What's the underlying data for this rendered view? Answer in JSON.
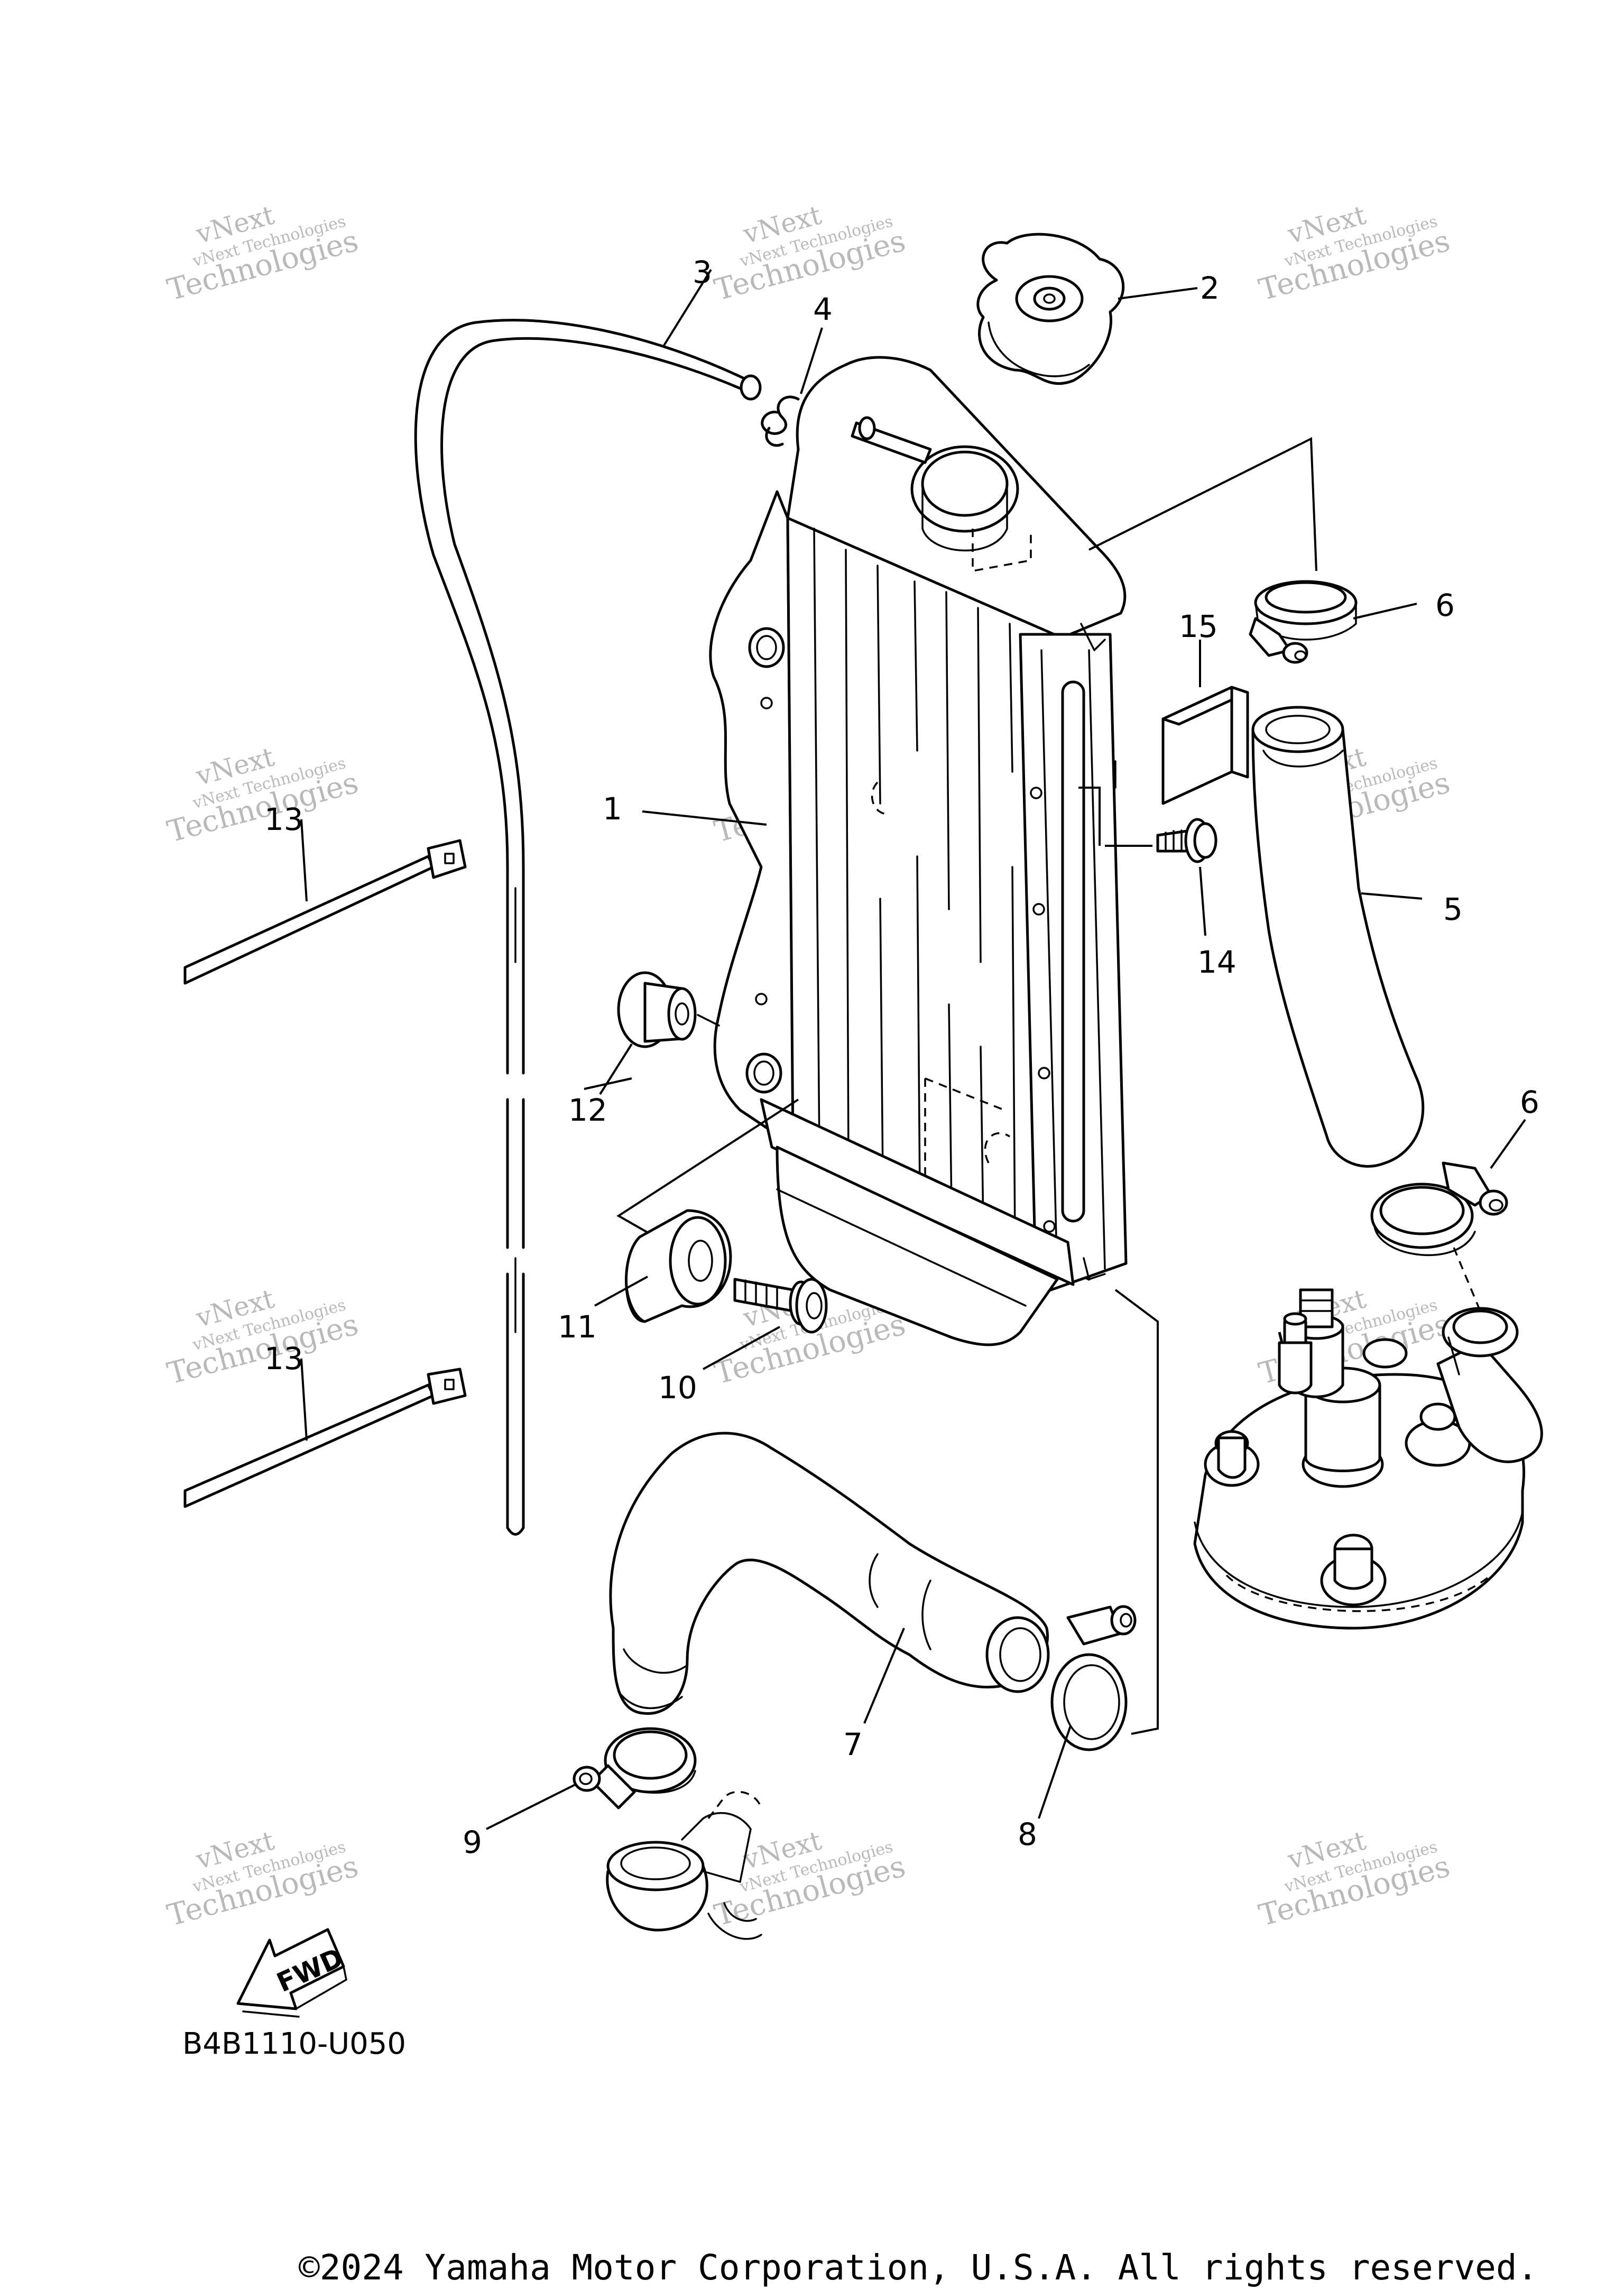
{
  "diagram": {
    "diagram_code": "B4B1110-U050",
    "copyright": "©2024 Yamaha Motor Corporation, U.S.A. All rights reserved.",
    "fwd_label": "FWD",
    "watermark_line1": "vNext Technologies",
    "watermark_line2": "vNext",
    "watermark_line3": "Technologies",
    "callouts": {
      "c1": "1",
      "c2": "2",
      "c3": "3",
      "c4": "4",
      "c5": "5",
      "c6a": "6",
      "c6b": "6",
      "c7": "7",
      "c8": "8",
      "c9": "9",
      "c10": "10",
      "c11": "11",
      "c12": "12",
      "c13a": "13",
      "c13b": "13",
      "c14": "14",
      "c15": "15"
    }
  }
}
